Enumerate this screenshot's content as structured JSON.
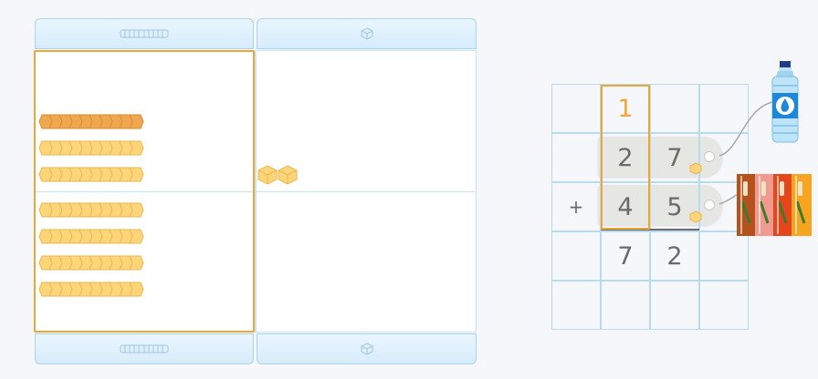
{
  "mat": {
    "tens_header": "tens",
    "ones_header": "ones"
  },
  "addition": {
    "operator": "+",
    "carry": "1",
    "row1": {
      "tens": "2",
      "ones": "7"
    },
    "row2": {
      "tens": "4",
      "ones": "5"
    },
    "sum": {
      "tens": "7",
      "ones": "2"
    }
  },
  "counts": {
    "upper_tens_rods": 3,
    "upper_ones_cubes": 2,
    "lower_tens_rods": 4,
    "highlighted_rods": 1
  },
  "colors": {
    "accent": "#eba838",
    "rod": "#ffd57a",
    "rod_selected": "#f0a850",
    "grid_line": "#b8dcef",
    "tab": "#d7ecfb"
  },
  "icons": [
    "ten-rod-icon",
    "unit-cube-icon",
    "water-bottle-icon",
    "popsicles-icon"
  ]
}
